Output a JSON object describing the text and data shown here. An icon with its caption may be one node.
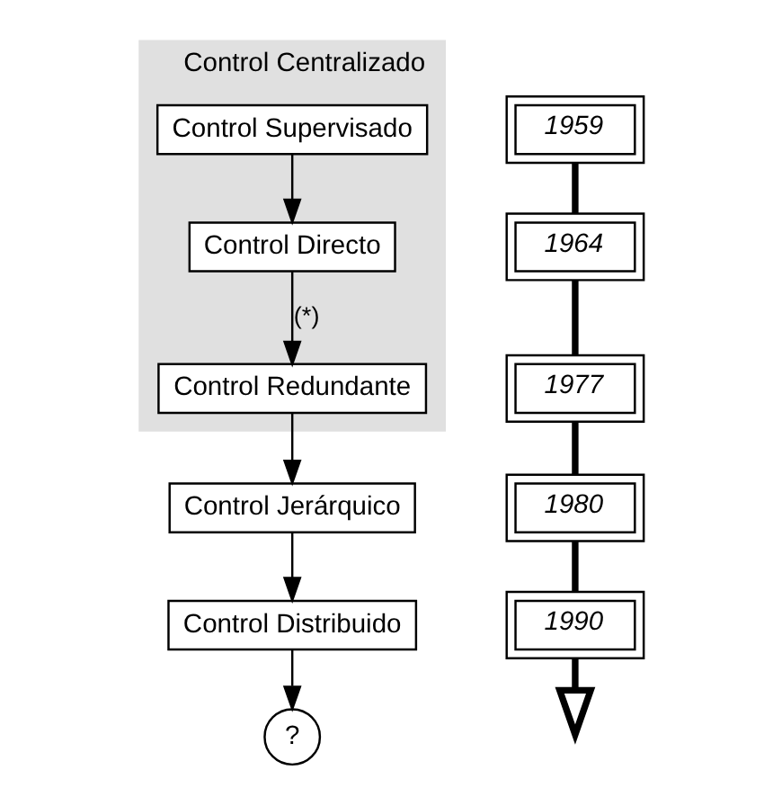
{
  "diagram": {
    "nodes": [
      {
        "text": [
          "Control Centralizado"
        ]
      },
      {
        "text": [
          "Control Supervisado"
        ],
        "in": 0
      },
      {
        "text": [
          "Control Directo"
        ],
        "in": 0
      },
      {
        "text": [
          "Control Redundante"
        ],
        "in": 0
      },
      {
        "text": [
          "Control Jerárquico"
        ]
      },
      {
        "text": [
          "Control Distribuido"
        ]
      },
      {
        "text": [
          "?"
        ]
      },
      {
        "text": [
          "1959"
        ]
      },
      {
        "text": [
          "1964"
        ]
      },
      {
        "text": [
          "1977"
        ]
      },
      {
        "text": [
          "1980"
        ]
      },
      {
        "text": [
          "1990"
        ]
      }
    ],
    "edges": [
      {
        "from": 1,
        "to": 2,
        "arrow": "to"
      },
      {
        "from": 2,
        "to": 3,
        "arrow": "to",
        "label": "(*)"
      },
      {
        "from": 3,
        "to": 4,
        "arrow": "to"
      },
      {
        "from": 4,
        "to": 5,
        "arrow": "to"
      },
      {
        "from": 5,
        "to": 6,
        "arrow": "to"
      },
      {
        "from": 7,
        "to": 8,
        "arrow": "none",
        "style": "thick"
      },
      {
        "from": 8,
        "to": 9,
        "arrow": "none",
        "style": "thick"
      },
      {
        "from": 9,
        "to": 10,
        "arrow": "none",
        "style": "thick"
      },
      {
        "from": 10,
        "to": 11,
        "arrow": "none",
        "style": "thick"
      },
      {
        "from": 11,
        "to": null,
        "arrow": "to",
        "style": "thick"
      }
    ]
  }
}
